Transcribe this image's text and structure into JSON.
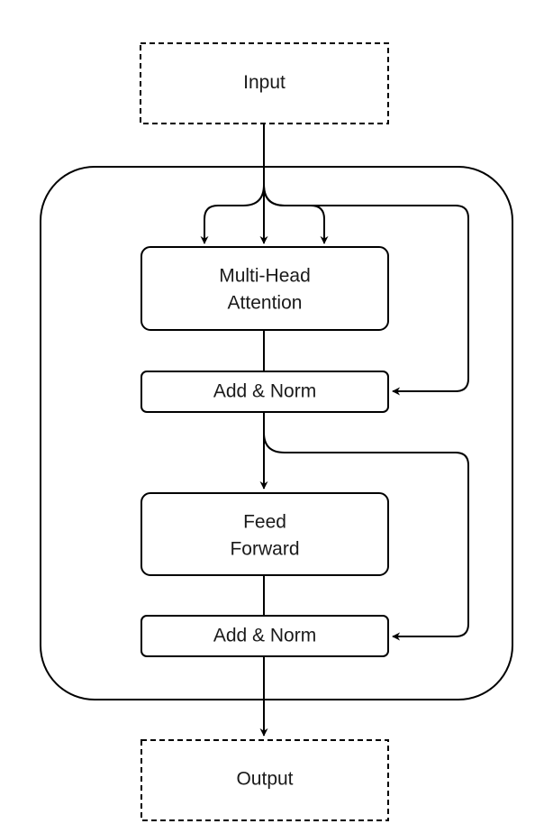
{
  "nodes": {
    "input": {
      "label": "Input"
    },
    "attention": {
      "label_line1": "Multi-Head",
      "label_line2": "Attention"
    },
    "add_norm_1": {
      "label": "Add & Norm"
    },
    "feed_forward": {
      "label_line1": "Feed",
      "label_line2": "Forward"
    },
    "add_norm_2": {
      "label": "Add & Norm"
    },
    "output": {
      "label": "Output"
    }
  },
  "colors": {
    "stroke": "#000000",
    "text": "#1a1a1a",
    "background": "#ffffff"
  }
}
